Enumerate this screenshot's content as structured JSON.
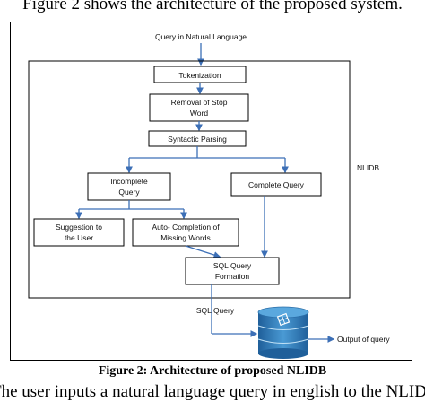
{
  "text_above": "Figure 2 shows the architecture of the proposed system.",
  "diagram": {
    "input_label": "Query in Natural Language",
    "system_label": "NLIDB",
    "boxes": {
      "tokenization": "Tokenization",
      "stopword_1": "Removal of Stop",
      "stopword_2": "Word",
      "parsing": "Syntactic Parsing",
      "incomplete_1": "Incomplete",
      "incomplete_2": "Query",
      "complete": "Complete Query",
      "suggestion_1": "Suggestion to",
      "suggestion_2": "the User",
      "autocomp_1": "Auto- Completion of",
      "autocomp_2": "Missing Words",
      "sql_1": "SQL Query",
      "sql_2": "Formation"
    },
    "sql_output_label": "SQL Query",
    "result_label": "Output of query"
  },
  "caption": "Figure 2: Architecture of proposed NLIDB",
  "text_below": "The user inputs a natural language query in english to the NLIDB"
}
